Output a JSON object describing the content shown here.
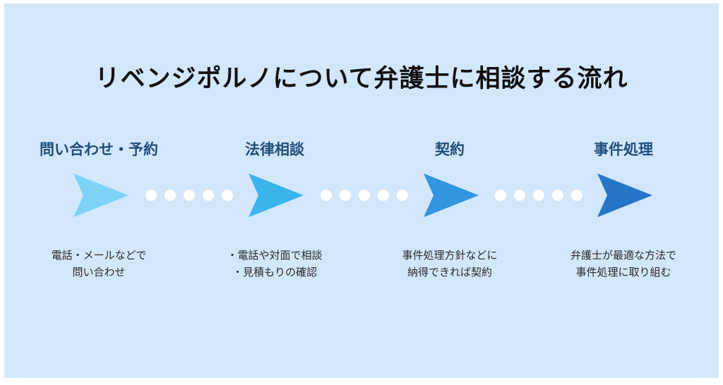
{
  "title": "リベンジポルノについて弁護士に相談する流れ",
  "steps": [
    {
      "label": "問い合わせ・予約",
      "color": "#7fd3f7",
      "desc": [
        "電話・メールなどで",
        "問い合わせ"
      ]
    },
    {
      "label": "法律相談",
      "color": "#3bb4eb",
      "desc": [
        "・電話や対面で相談",
        "・見積もりの確認"
      ]
    },
    {
      "label": "契約",
      "color": "#3295e0",
      "desc": [
        "事件処理方針などに",
        "納得できれば契約"
      ]
    },
    {
      "label": "事件処理",
      "color": "#2675c8",
      "desc": [
        "弁護士が最適な方法で",
        "事件処理に取り組む"
      ]
    }
  ],
  "connector": {
    "dot_count": 5,
    "dot_color": "#ffffff"
  },
  "colors": {
    "background": "#d3e7fb",
    "title": "#111111",
    "step_title": "#1f4e79"
  }
}
